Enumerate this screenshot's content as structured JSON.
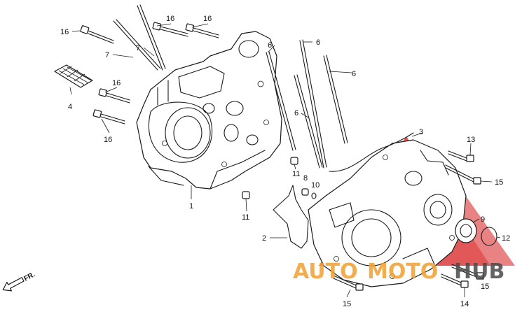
{
  "diagram": {
    "callouts": [
      "16",
      "16",
      "16",
      "7",
      "7",
      "4",
      "16",
      "16",
      "6",
      "6",
      "6",
      "6",
      "1",
      "11",
      "11",
      "8",
      "10",
      "3",
      "13",
      "15",
      "9",
      "12",
      "2",
      "15",
      "14",
      "15"
    ],
    "direction_label": "FR.",
    "watermark": {
      "part1": "AUTO",
      "part2": "MOTO",
      "part3": "HUB"
    }
  },
  "colors": {
    "line": "#1a1a1a",
    "watermark_red": "#d92b2b",
    "watermark_orange": "#f0a030",
    "watermark_grey": "#4a4a4a"
  }
}
